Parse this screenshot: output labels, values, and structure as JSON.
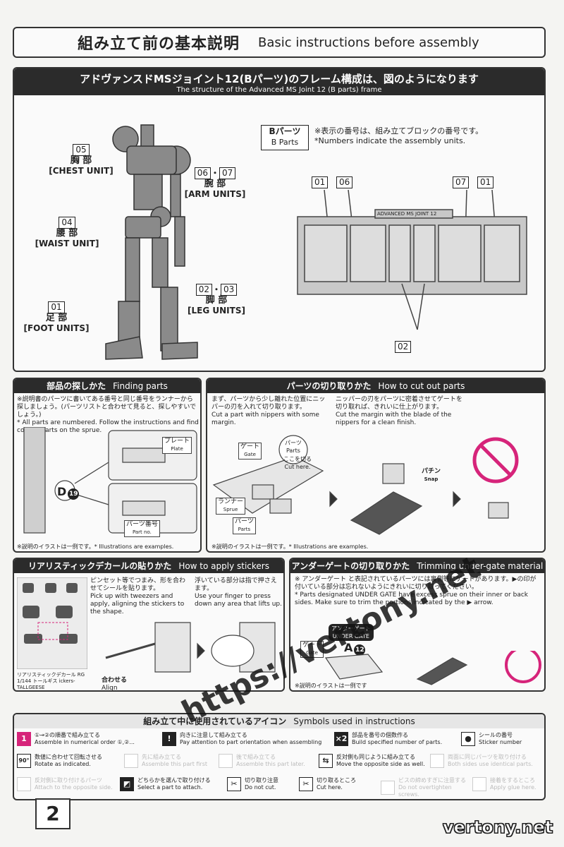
{
  "title": {
    "jp": "組み立て前の基本説明",
    "en": "Basic instructions before assembly"
  },
  "frame": {
    "heading_jp": "アドヴァンスドMSジョイント12(Bパーツ)のフレーム構成は、図のようになります",
    "heading_en": "The structure of the Advanced MS Joint 12 (B parts) frame",
    "chest": {
      "num": "05",
      "jp": "胸 部",
      "en": "[CHEST UNIT]"
    },
    "arm": {
      "num1": "06",
      "num2": "07",
      "jp": "腕 部",
      "en": "[ARM UNITS]"
    },
    "waist": {
      "num": "04",
      "jp": "腰 部",
      "en": "[WAIST UNIT]"
    },
    "leg": {
      "num1": "02",
      "num2": "03",
      "jp": "脚 部",
      "en": "[LEG UNITS]"
    },
    "foot": {
      "num": "01",
      "jp": "足 部",
      "en": "[FOOT UNITS]"
    },
    "bparts": {
      "jp": "Bパーツ",
      "en": "B Parts",
      "note_jp": "※表示の番号は、組み立てブロックの番号です。",
      "note_en": "*Numbers indicate the assembly units."
    },
    "sprue_labels": [
      "01",
      "06",
      "07",
      "01",
      "02"
    ],
    "sprue_name": "ADVANCED MS JOINT 12"
  },
  "finding": {
    "head_jp": "部品の探しかた",
    "head_en": "Finding parts",
    "note_jp": "※説明書のパーツに書いてある番号と同じ番号をランナーから探しましょう。(パーツリストと合わせて見ると、探しやすいでしょう。)",
    "note_en": "* All parts are numbered. Follow the instructions and find correct parts on the sprue.",
    "callout": "D",
    "callout_num": "19",
    "plate_jp": "プレート",
    "plate_en": "Plate",
    "partno_jp": "パーツ番号",
    "partno_en": "Part no.",
    "footer": "※説明のイラストは一例です。* Illustrations are examples."
  },
  "cutting": {
    "head_jp": "パーツの切り取りかた",
    "head_en": "How to cut out parts",
    "step1_jp": "まず、パーツから少し離れた位置にニッパーの刃を入れて切り取ります。",
    "step1_en": "Cut a part with nippers with some margin.",
    "step2_jp": "ニッパーの刃をパーツに密着させてゲートを切り取れば、きれいに仕上がります。",
    "step2_en": "Cut the margin with the blade of the nippers for a clean finish.",
    "gate_jp": "ゲート",
    "gate_en": "Gate",
    "parts_jp": "パーツ",
    "parts_en": "Parts",
    "cut_jp": "ここを切る",
    "cut_en": "Cut here.",
    "runner_jp": "ランナー",
    "runner_en": "Sprue",
    "parts2_jp": "パーツ",
    "parts2_en": "Parts",
    "snap_jp": "パチン",
    "snap_en": "Snap",
    "footer": "※説明のイラストは一例です。* Illustrations are examples."
  },
  "stickers": {
    "head_jp": "リアリスティックデカールの貼りかた",
    "head_en": "How to apply stickers",
    "step1_jp": "ピンセット等でつまみ、形を合わせてシールを貼ります。",
    "step1_en": "Pick up with tweezers and apply, aligning the stickers to the shape.",
    "step2_jp": "浮いている部分は指で押さえます。",
    "step2_en": "Use your finger to press down any area that lifts up.",
    "align_jp": "合わせる",
    "align_en": "Align",
    "sheet_caption": "リアリスティックデカール RG 1/144 トールギス ickers- TALLGEESE"
  },
  "undergate": {
    "head_jp": "アンダーゲートの切り取りかた",
    "head_en": "Trimming under-gate material",
    "note_jp": "※ アンダーゲート と表記されているパーツには裏側等にゲートがあります。▶の印が付いている部分は忘れないようにきれいに切り取ってください。",
    "note_en": "* Parts designated UNDER GATE have excess sprue on their inner or back sides. Make sure to trim the portions indicated by the ▶ arrow.",
    "label_jp": "アンダーゲート",
    "label_en": "UNDER GATE",
    "gate_jp": "ゲート",
    "gate_en": "Gate",
    "part": "A",
    "part_num": "12",
    "footer": "※説明のイラストは一例です"
  },
  "icons": {
    "head_jp": "組み立て中に使用されているアイコン",
    "head_en": "Symbols used in instructions",
    "items": [
      {
        "sym": "1",
        "jp": "①→②の順番で組み立てる",
        "en": "Assemble in numerical order ①,②..."
      },
      {
        "sym": "!",
        "jp": "向きに注意して組み立てる",
        "en": "Pay attention to part orientation when assembling"
      },
      {
        "sym": "×2",
        "jp": "部品を番号の個数作る",
        "en": "Build specified number of parts."
      },
      {
        "sym": "●",
        "jp": "シールの番号",
        "en": "Sticker number"
      },
      {
        "sym": "90°",
        "jp": "数値に合わせて回転させる",
        "en": "Rotate as indicated."
      },
      {
        "sym": "",
        "jp": "先に組み立てる",
        "en": "Assemble this part first"
      },
      {
        "sym": "",
        "jp": "後で組み立てる",
        "en": "Assemble this part later."
      },
      {
        "sym": "⇆",
        "jp": "反対側も同じように組み立てる",
        "en": "Move the opposite side as well."
      },
      {
        "sym": "",
        "jp": "両面に同じパーツを取り付ける",
        "en": "Both sides use identical parts."
      },
      {
        "sym": "",
        "jp": "反対側に取り付けるパーツ",
        "en": "Attach to the opposite side."
      },
      {
        "sym": "◩",
        "jp": "どちらかを選んで取り付ける",
        "en": "Select a part to attach."
      },
      {
        "sym": "✂",
        "jp": "切り取り注意",
        "en": "Do not cut."
      },
      {
        "sym": "✂",
        "jp": "切り取るところ",
        "en": "Cut here."
      },
      {
        "sym": "",
        "jp": "ビスの締めすぎに注意する",
        "en": "Do not overtighten screws."
      },
      {
        "sym": "",
        "jp": "接着をするところ",
        "en": "Apply glue here."
      }
    ]
  },
  "page_number": "2",
  "watermark_diag": "https://vertony.net",
  "watermark_corner": "vertony.net",
  "colors": {
    "accent": "#d6247a",
    "dark": "#2b2b2b"
  }
}
